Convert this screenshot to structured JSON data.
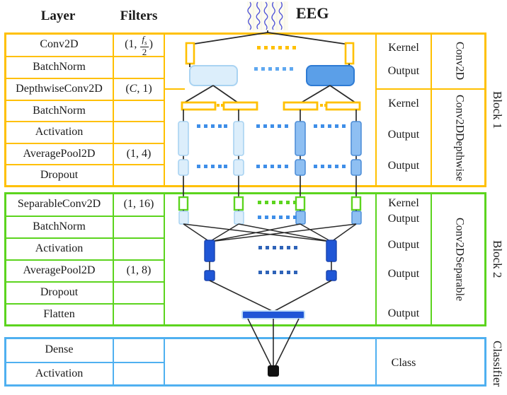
{
  "headers": {
    "layer": "Layer",
    "filters": "Filters"
  },
  "colors": {
    "block1": "#FFC000",
    "block2": "#5CD41E",
    "classifier": "#4FB0F0",
    "eeg_wave": "#4F52D8",
    "output_light": "#DCEEFB",
    "output_light_border": "#A9D3F2",
    "output_mid": "#AFD1F5",
    "output_dark": "#5B9FE8",
    "output_darkest": "#1F56D6",
    "kernel_orange": "#FFC000",
    "kernel_green": "#5CD41E",
    "line": "#2B2B2B",
    "class_node": "#111111"
  },
  "eeg": {
    "label": "EEG"
  },
  "blocks": [
    {
      "name": "Block 1",
      "color": "#FFC000",
      "rows": [
        {
          "layer": "Conv2D",
          "filters_prefix": "(1, ",
          "filters_frac_num": "f",
          "filters_frac_sub": "s",
          "filters_frac_den": "2",
          "filters_suffix": ")",
          "has_fraction": true
        },
        {
          "layer": "BatchNorm",
          "filters": ""
        },
        {
          "layer": "DepthwiseConv2D",
          "filters": "(C, 1)",
          "italic_first": true
        },
        {
          "layer": "BatchNorm",
          "filters": ""
        },
        {
          "layer": "Activation",
          "filters": ""
        },
        {
          "layer": "AveragePool2D",
          "filters": "(1, 4)"
        },
        {
          "layer": "Dropout",
          "filters": ""
        }
      ],
      "descriptors": [
        {
          "text": "Kernel"
        },
        {
          "text": "Output"
        },
        {
          "text": "Kernel"
        },
        {
          "text": "Output"
        },
        {
          "text": "Output"
        }
      ],
      "groups": [
        {
          "text": "Conv2D"
        },
        {
          "text": "Depthwise\nConv2D"
        }
      ]
    },
    {
      "name": "Block 2",
      "color": "#5CD41E",
      "rows": [
        {
          "layer": "SeparableConv2D",
          "filters": "(1, 16)"
        },
        {
          "layer": "BatchNorm",
          "filters": ""
        },
        {
          "layer": "Activation",
          "filters": ""
        },
        {
          "layer": "AveragePool2D",
          "filters": "(1, 8)"
        },
        {
          "layer": "Dropout",
          "filters": ""
        },
        {
          "layer": "Flatten",
          "filters": ""
        }
      ],
      "descriptors": [
        {
          "text": "Kernel"
        },
        {
          "text": "Output"
        },
        {
          "text": "Output"
        },
        {
          "text": "Output"
        },
        {
          "text": "Output"
        }
      ],
      "groups": [
        {
          "text": "Separable\nConv2D"
        }
      ]
    },
    {
      "name": "Classifier",
      "color": "#4FB0F0",
      "rows": [
        {
          "layer": "Dense",
          "filters": ""
        },
        {
          "layer": "Activation",
          "filters": ""
        }
      ],
      "descriptors": [
        {
          "text": "Class"
        }
      ],
      "groups": []
    }
  ],
  "labels": {
    "b1_r1_layer": "Conv2D",
    "b1_r2_layer": "BatchNorm",
    "b1_r3_layer": "DepthwiseConv2D",
    "b1_r4_layer": "BatchNorm",
    "b1_r5_layer": "Activation",
    "b1_r6_layer": "AveragePool2D",
    "b1_r7_layer": "Dropout",
    "b1_r3_filters": "(C, 1)",
    "b1_r6_filters": "(1, 4)",
    "b2_r1_layer": "SeparableConv2D",
    "b2_r2_layer": "BatchNorm",
    "b2_r3_layer": "Activation",
    "b2_r4_layer": "AveragePool2D",
    "b2_r5_layer": "Dropout",
    "b2_r6_layer": "Flatten",
    "b2_r1_filters": "(1, 16)",
    "b2_r4_filters": "(1, 8)",
    "c_r1_layer": "Dense",
    "c_r2_layer": "Activation",
    "d_kernel": "Kernel",
    "d_output": "Output",
    "d_class": "Class",
    "g_conv2d": "Conv2D",
    "g_depthwise_1": "Depthwise",
    "g_depthwise_2": "Conv2D",
    "g_separable_1": "Separable",
    "g_separable_2": "Conv2D",
    "block1": "Block 1",
    "block2": "Block 2",
    "classifier": "Classifier"
  }
}
